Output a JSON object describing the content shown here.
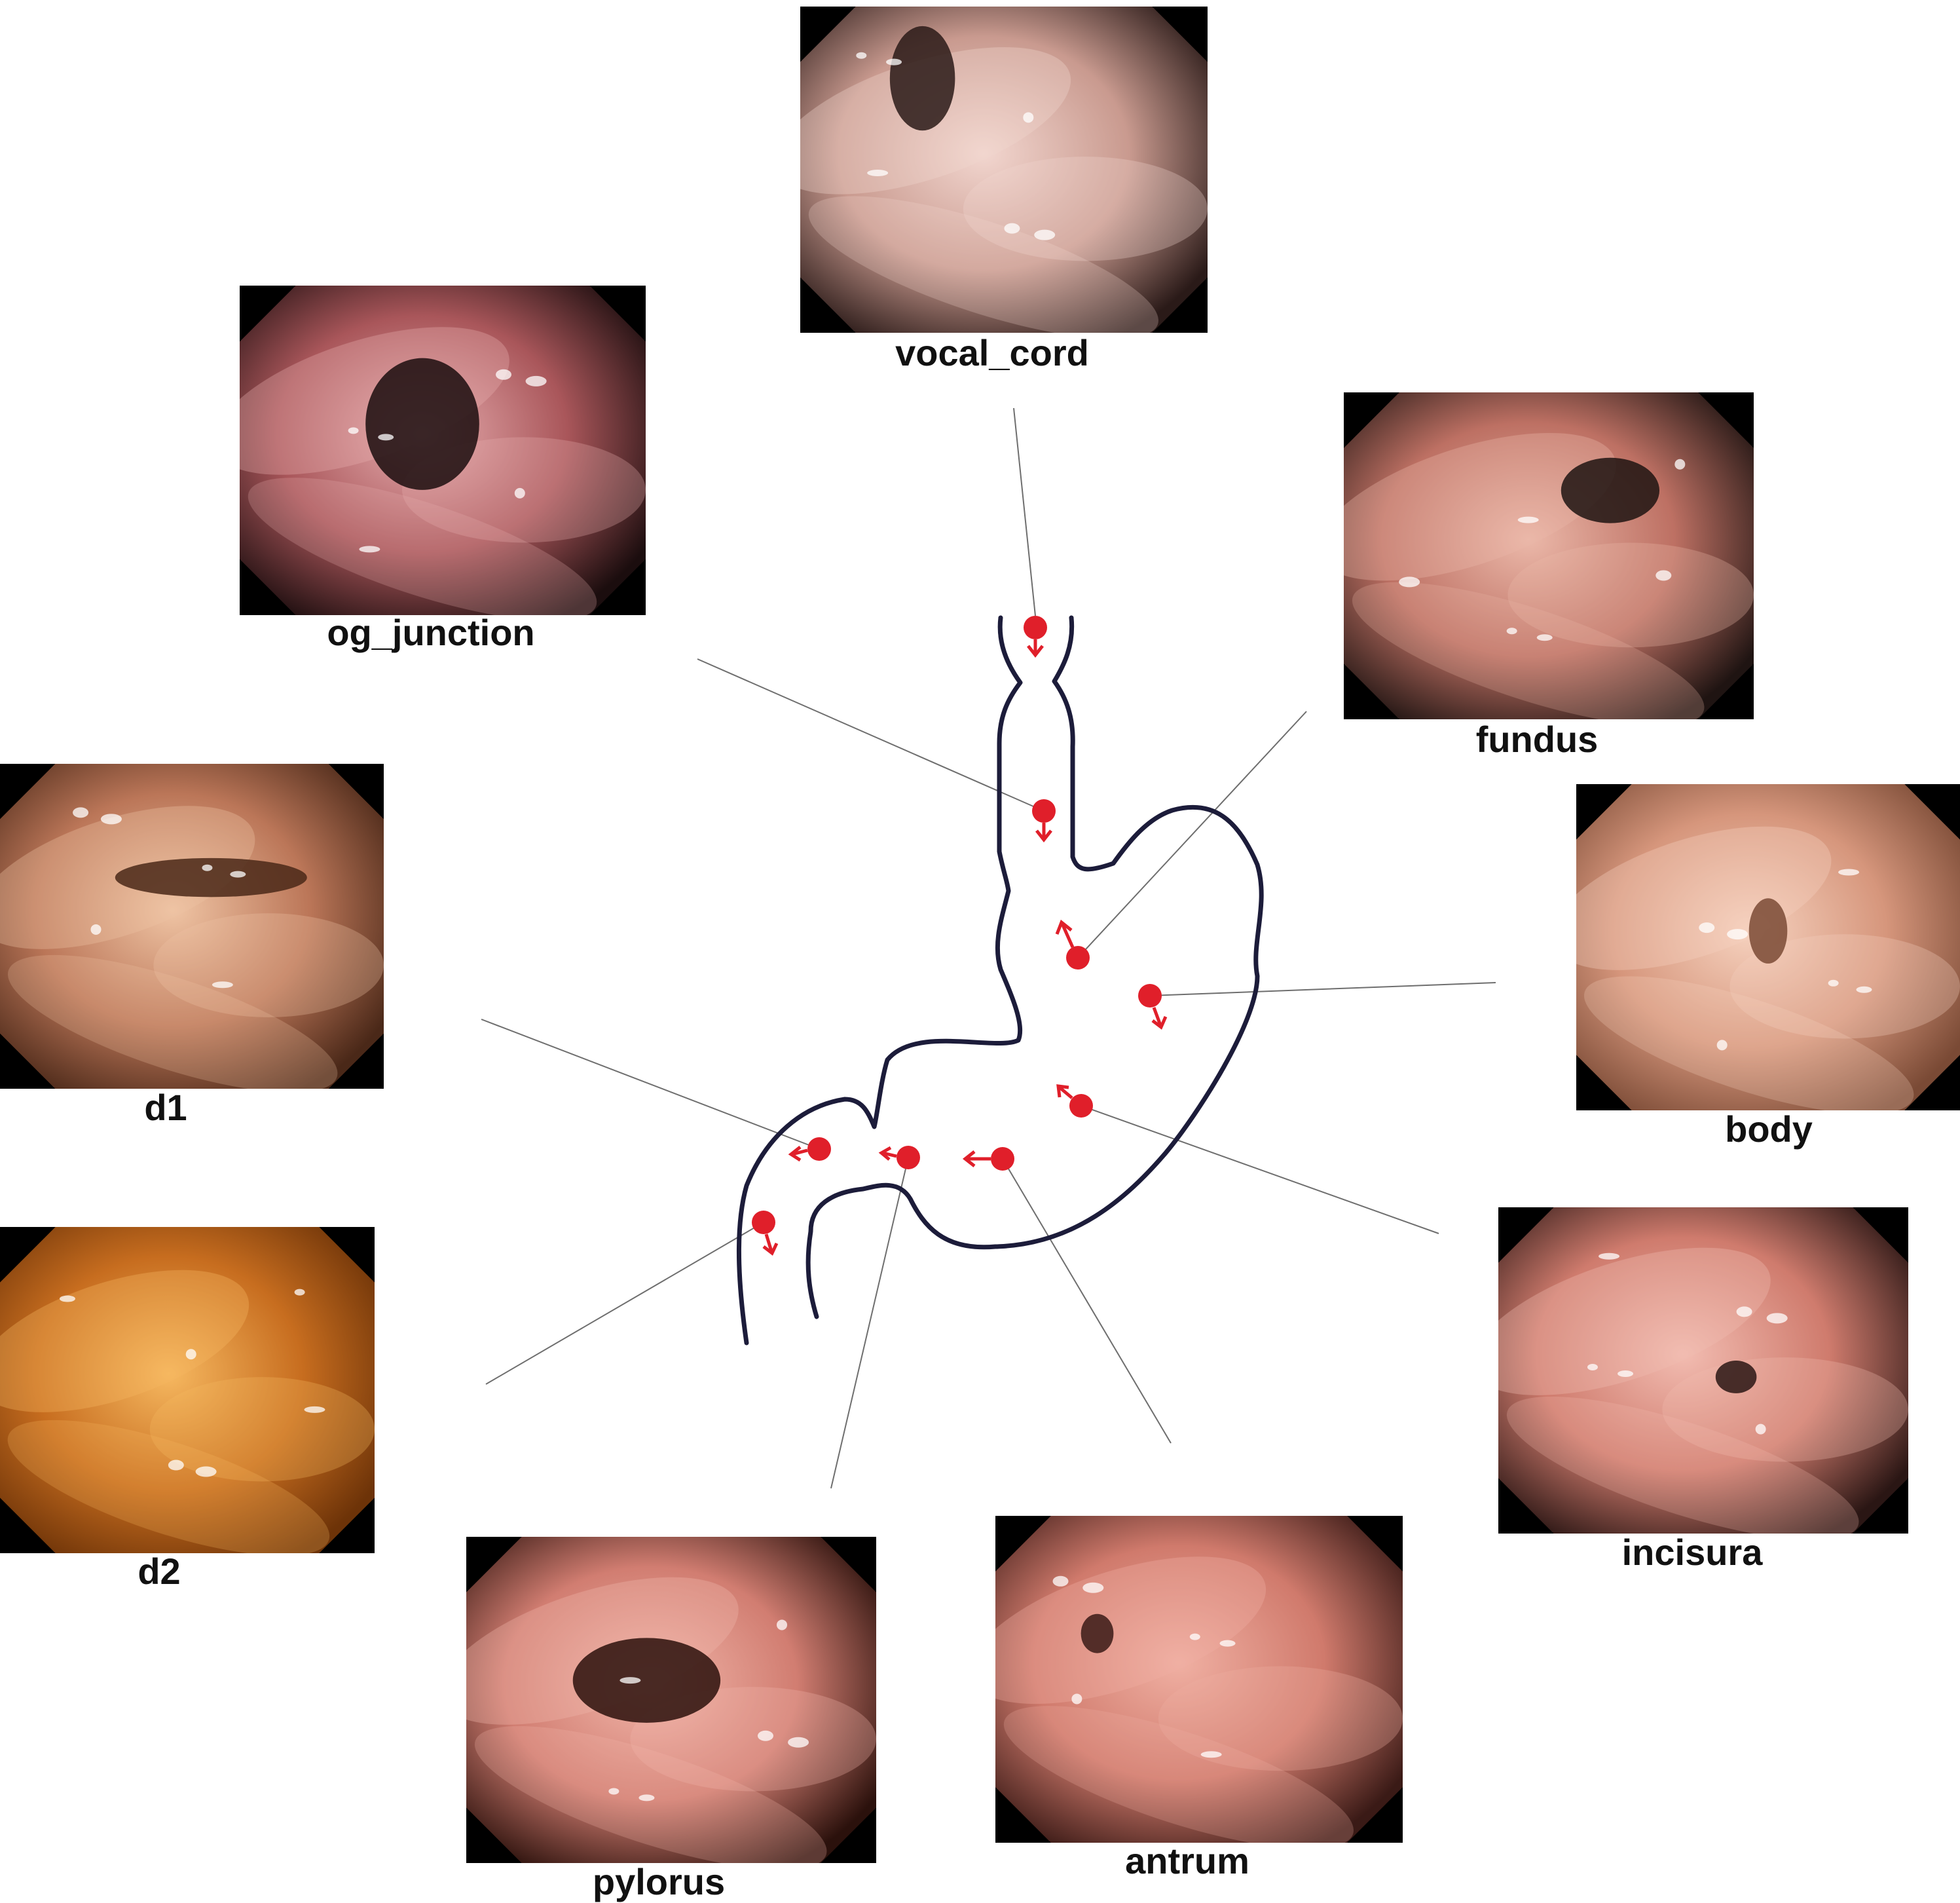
{
  "diagram": {
    "colors": {
      "background": "#ffffff",
      "stomach_outline": "#1c1c3a",
      "marker": "#e01f2a",
      "leader_line": "#6e6e6e",
      "octagon_mask": "#000000",
      "label_text": "#111111"
    },
    "panels": [
      {
        "id": "vocal_cord",
        "label": "vocal_cord",
        "tissue": {
          "base": "#c99a8f",
          "light": "#f2d6cf",
          "dark": "#2a1a18"
        }
      },
      {
        "id": "og_junction",
        "label": "og_junction",
        "tissue": {
          "base": "#a9565a",
          "light": "#e7aeb0",
          "dark": "#1b0d0e"
        }
      },
      {
        "id": "fundus",
        "label": "fundus",
        "tissue": {
          "base": "#bd7063",
          "light": "#ebb8a9",
          "dark": "#1f1412"
        }
      },
      {
        "id": "d1",
        "label": "d1",
        "tissue": {
          "base": "#bb7658",
          "light": "#efc4a4",
          "dark": "#4a2818"
        }
      },
      {
        "id": "body",
        "label": "body",
        "tissue": {
          "base": "#d6967c",
          "light": "#f6d2bf",
          "dark": "#7a4a35"
        }
      },
      {
        "id": "d2",
        "label": "d2",
        "tissue": {
          "base": "#c76d1f",
          "light": "#f6b860",
          "dark": "#6d3308"
        }
      },
      {
        "id": "incisura",
        "label": "incisura",
        "tissue": {
          "base": "#cf7b6d",
          "light": "#f2bcb1",
          "dark": "#2a1614"
        }
      },
      {
        "id": "pylorus",
        "label": "pylorus",
        "tissue": {
          "base": "#d17d71",
          "light": "#f2b7ab",
          "dark": "#2b110c"
        }
      },
      {
        "id": "antrum",
        "label": "antrum",
        "tissue": {
          "base": "#d07a6c",
          "light": "#f0b0a3",
          "dark": "#3a1a16"
        }
      }
    ]
  }
}
